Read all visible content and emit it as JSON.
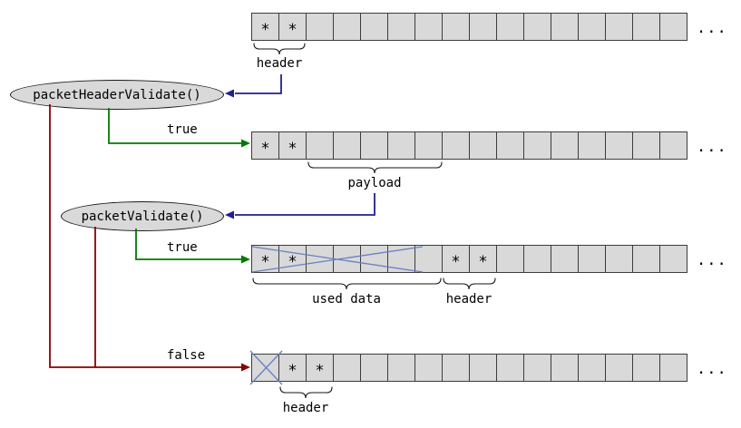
{
  "figure": {
    "star": "*",
    "ellipsis": "..."
  },
  "validators": [
    {
      "label": "packetHeaderValidate()"
    },
    {
      "label": "packetValidate()"
    }
  ],
  "branches": {
    "true_top": "true",
    "true_bottom": "true",
    "false_label": "false"
  },
  "annotations": {
    "header_top": "header",
    "payload": "payload",
    "used_data": "used data",
    "header_mid": "header",
    "header_bottom": "header"
  },
  "rows": [
    {
      "cells": 16,
      "stars": [
        0,
        1
      ]
    },
    {
      "cells": 16,
      "stars": [
        0,
        1
      ]
    },
    {
      "cells": 16,
      "stars": [
        0,
        1,
        7,
        8
      ]
    },
    {
      "cells": 16,
      "stars": [
        1,
        2
      ]
    }
  ],
  "colors": {
    "arrow_blue": "#20208f",
    "arrow_green": "#007a00",
    "arrow_red": "#8b0000",
    "cross_blue": "#6680c0",
    "cell_fill": "#d9d9d9",
    "node_fill": "#d9d9d9",
    "cell_border": "#3c3c3c"
  }
}
